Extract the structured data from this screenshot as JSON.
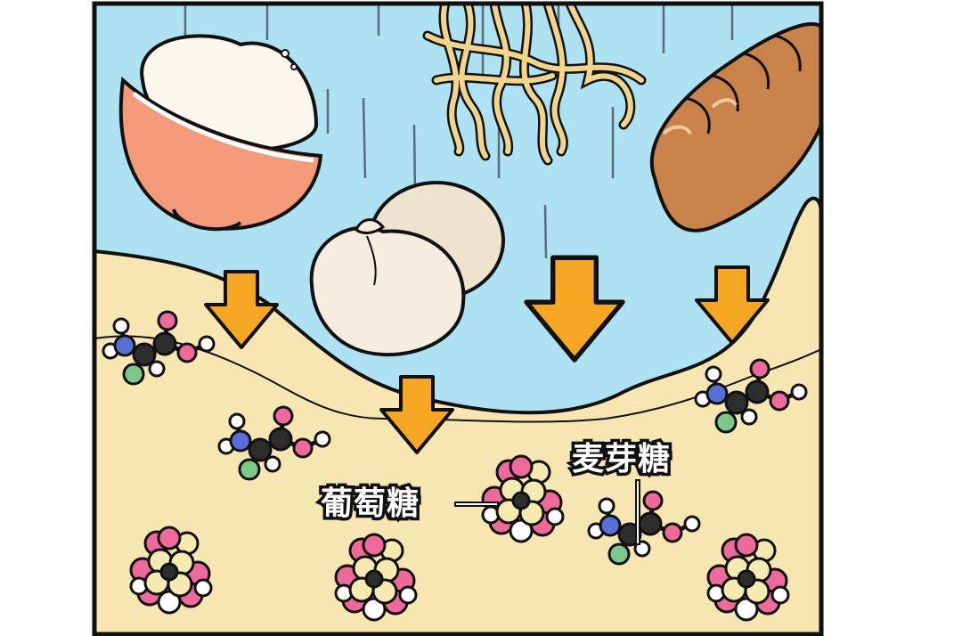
{
  "labels": {
    "glucose": "葡萄糖",
    "maltose": "麦芽糖"
  },
  "colors": {
    "panel_blue": "#aee2f2",
    "saliva_yellow": "#f7e5b2",
    "arrow_orange": "#f5a623",
    "bowl_orange": "#f39a7b",
    "bread_brown": "#c8824a",
    "noodle_yellow": "#f2d48c",
    "bun_cream": "#f5ede0",
    "atom_pink": "#ee6a9a",
    "atom_cream": "#f7eab0",
    "atom_dark": "#2d2d2d",
    "atom_blue": "#5a6fd6",
    "atom_green": "#7dc78a",
    "outline": "#111111"
  },
  "icons": [
    "rice-bowl",
    "noodles",
    "bread",
    "steamed-buns",
    "down-arrow",
    "maltose-molecule",
    "glucose-cluster"
  ]
}
